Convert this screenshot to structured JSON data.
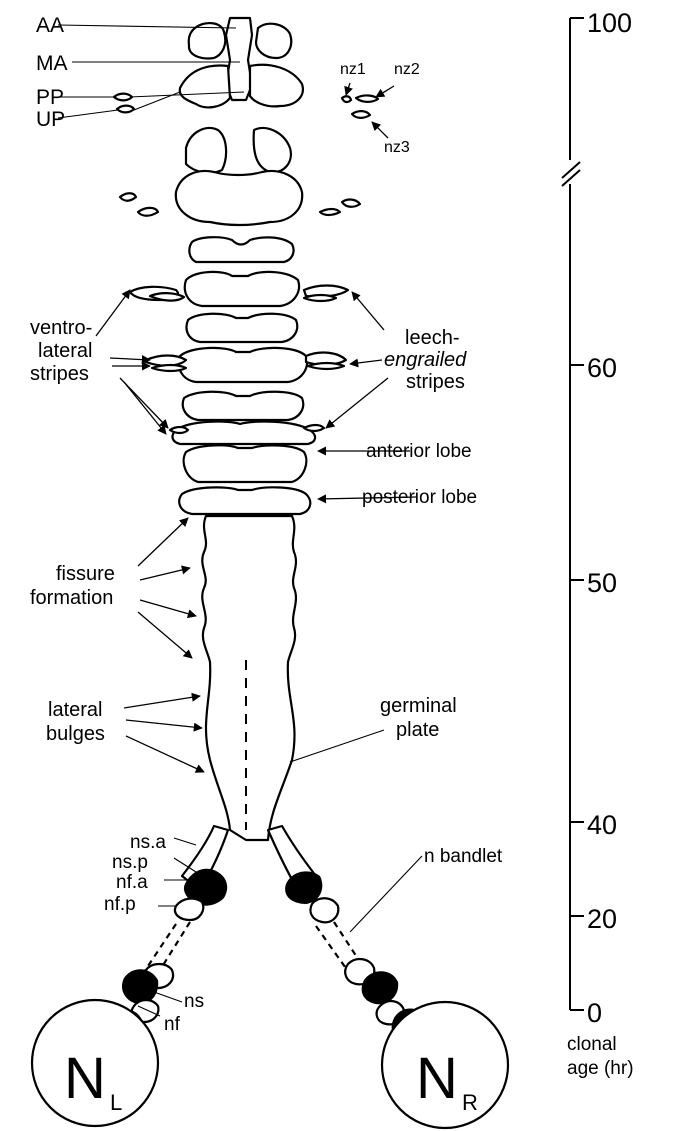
{
  "left_labels": {
    "aa": "AA",
    "ma": "MA",
    "pp": "PP",
    "up": "UP",
    "ventrolateral": [
      "ventro-",
      "lateral",
      "stripes"
    ],
    "fissure": [
      "fissure",
      "formation"
    ],
    "bulges": [
      "lateral",
      "bulges"
    ],
    "ns_a": "ns.a",
    "ns_p": "ns.p",
    "nf_a": "nf.a",
    "nf_p": "nf.p",
    "ns": "ns",
    "nf": "nf"
  },
  "right_labels": {
    "nz1": "nz1",
    "nz2": "nz2",
    "nz3": "nz3",
    "engrailed": [
      "leech-",
      "engrailed",
      "stripes"
    ],
    "anterior_lobe": "anterior lobe",
    "posterior_lobe": "posterior lobe",
    "germinal_plate": [
      "germinal",
      "plate"
    ],
    "n_bandlet": "n bandlet"
  },
  "teloblasts": {
    "left": {
      "letter": "N",
      "sub": "L"
    },
    "right": {
      "letter": "N",
      "sub": "R"
    }
  },
  "scale": {
    "ticks": [
      "100",
      "60",
      "50",
      "40",
      "20",
      "0"
    ],
    "title": [
      "clonal",
      "age (hr)"
    ]
  }
}
